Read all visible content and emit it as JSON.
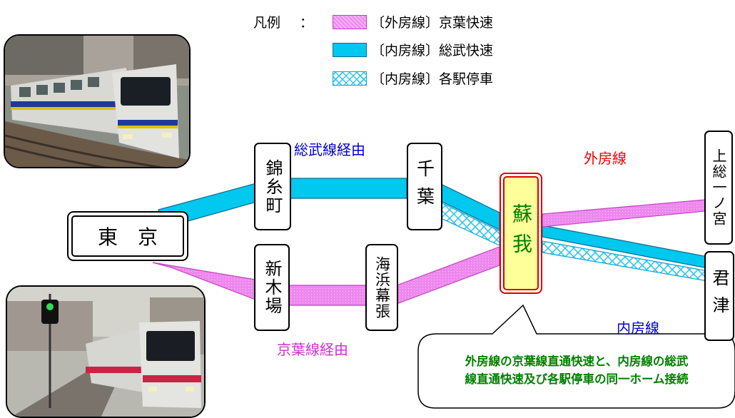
{
  "legend": {
    "title": "凡例",
    "colon": "：",
    "items": [
      {
        "label": "〔外房線〕京葉快速",
        "pattern": "pink-dotted"
      },
      {
        "label": "〔内房線〕総武快速",
        "pattern": "cyan-solid"
      },
      {
        "label": "〔内房線〕各駅停車",
        "pattern": "cyan-crosshatch"
      }
    ]
  },
  "stations": {
    "tokyo": "東　京",
    "kinshicho": "錦糸町",
    "chiba": "千葉",
    "shinkiba": "新木場",
    "kaihinmakuhari": "海浜幕張",
    "soga": "蘇我",
    "kazusaichinomiya": "上総一ノ宮",
    "kisarazu": "君津"
  },
  "route_labels": {
    "sobu": "総武線経由",
    "keiyo": "京葉線経由",
    "sotobo": "外房線",
    "uchibo": "内房線"
  },
  "callout": {
    "line1": "外房線の京葉線直通快速と、内房線の総武",
    "line2": "線直通快速及び各駅停車の同一ホーム接続"
  },
  "colors": {
    "keiyo_pink": "#ee88ee",
    "sobu_cyan": "#00c8ee",
    "local_hatch": "#33c6ee",
    "soga_fill": "#ffff99",
    "soga_border": "#dd0000",
    "callout_text": "#008000",
    "sobu_label": "#0000cc",
    "keiyo_label": "#cc33cc",
    "sotobo_label": "#ee0000",
    "uchibo_label": "#0000cc"
  }
}
